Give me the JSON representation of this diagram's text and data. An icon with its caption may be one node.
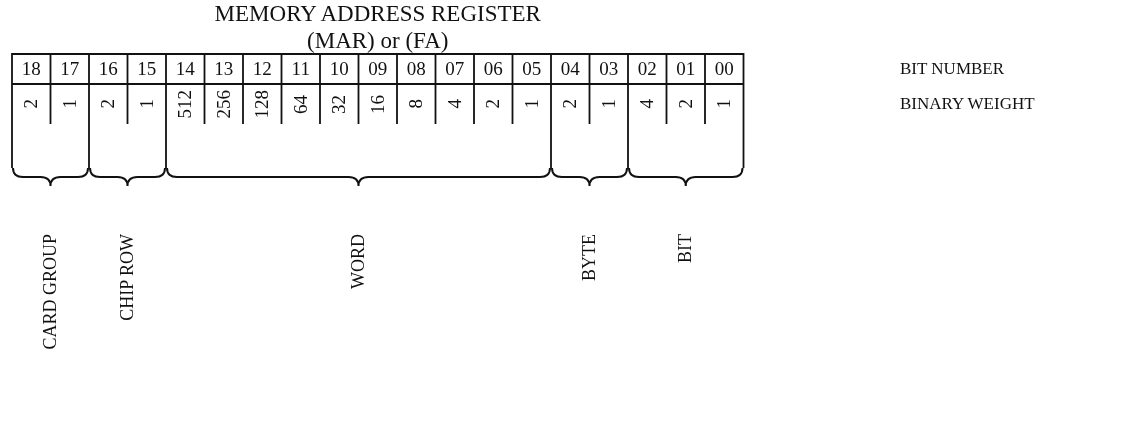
{
  "diagram": {
    "title": "MEMORY ADDRESS REGISTER (MAR) or (FA)",
    "labels": [
      "18",
      "17",
      "16",
      "15",
      "14",
      "13",
      "12",
      "11",
      "10",
      "09",
      "08",
      "07",
      "06",
      "05",
      "04",
      "03",
      "02",
      "01",
      "00",
      "BIT NUMBER",
      "2",
      "1",
      "2",
      "1",
      "512",
      "256",
      "128",
      "64",
      "32",
      "16",
      "8",
      "4",
      "2",
      "1",
      "2",
      "1",
      "4",
      "2",
      "1",
      "BINARY WEIGHT",
      "CARD GROUP",
      "CHIP ROW",
      "WORD",
      "BYTE",
      "BIT"
    ]
  }
}
